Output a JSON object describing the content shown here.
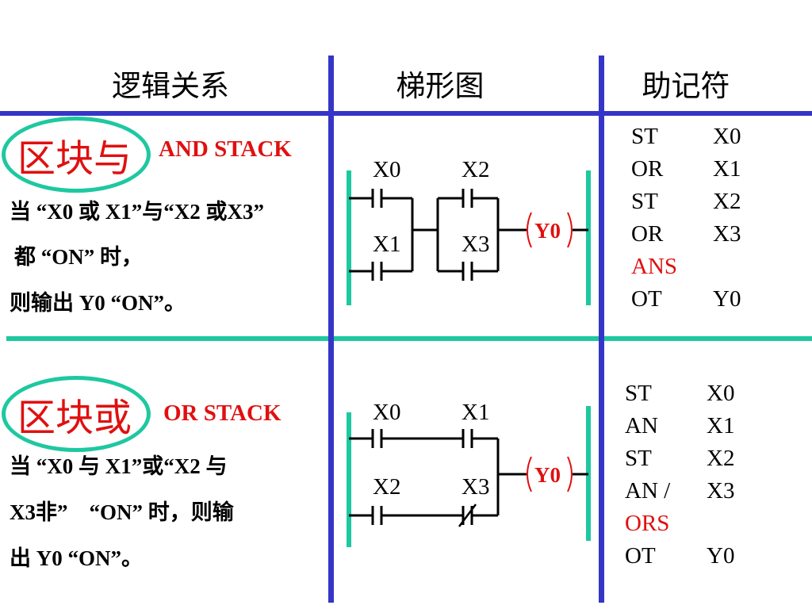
{
  "header": {
    "col1": "逻辑关系",
    "col2": "梯形图",
    "col3": "助记符"
  },
  "colors": {
    "grid_blue": "#3535c8",
    "teal": "#1ec8a0",
    "red": "#e01010"
  },
  "block_and": {
    "title": "区块与",
    "subtitle": "AND STACK",
    "desc_lines": [
      "当 “X0 或 X1”与“X2 或X3”",
      "都 “ON” 时，",
      "则输出 Y0 “ON”。"
    ],
    "ladder": {
      "contacts": [
        "X0",
        "X2",
        "X1",
        "X3"
      ],
      "coil": "Y0"
    },
    "mnemonic": [
      {
        "op": "ST",
        "arg": "X0",
        "highlight": false
      },
      {
        "op": "OR",
        "arg": "X1",
        "highlight": false
      },
      {
        "op": "ST",
        "arg": "X2",
        "highlight": false
      },
      {
        "op": "OR",
        "arg": "X3",
        "highlight": false
      },
      {
        "op": "ANS",
        "arg": "",
        "highlight": true
      },
      {
        "op": "OT",
        "arg": "Y0",
        "highlight": false
      }
    ]
  },
  "block_or": {
    "title": "区块或",
    "subtitle": "OR STACK",
    "desc_lines": [
      "当 “X0 与 X1”或“X2 与",
      "X3非”　“ON” 时，则输",
      "出 Y0 “ON”。"
    ],
    "ladder": {
      "contacts": [
        "X0",
        "X1",
        "X2",
        "X3"
      ],
      "coil": "Y0"
    },
    "mnemonic": [
      {
        "op": "ST",
        "arg": "X0",
        "highlight": false
      },
      {
        "op": "AN",
        "arg": "X1",
        "highlight": false
      },
      {
        "op": "ST",
        "arg": "X2",
        "highlight": false
      },
      {
        "op": "AN /",
        "arg": "X3",
        "highlight": false
      },
      {
        "op": "ORS",
        "arg": "",
        "highlight": true
      },
      {
        "op": "OT",
        "arg": "Y0",
        "highlight": false
      }
    ]
  }
}
